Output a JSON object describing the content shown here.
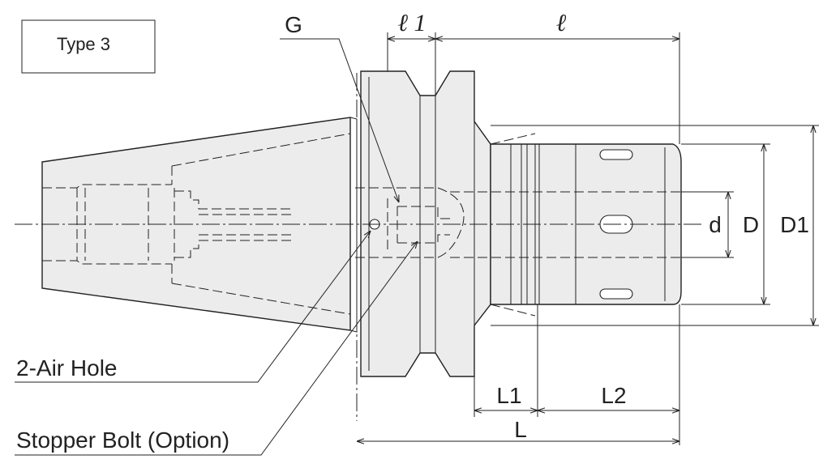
{
  "type_label": "Type 3",
  "labels": {
    "G": "G",
    "l1": "ℓ 1",
    "l": "ℓ",
    "d": "d",
    "D": "D",
    "D1": "D1",
    "L1": "L1",
    "L2": "L2",
    "L": "L"
  },
  "callouts": {
    "air_hole": "2-Air Hole",
    "stopper_bolt": "Stopper Bolt (Option)"
  }
}
